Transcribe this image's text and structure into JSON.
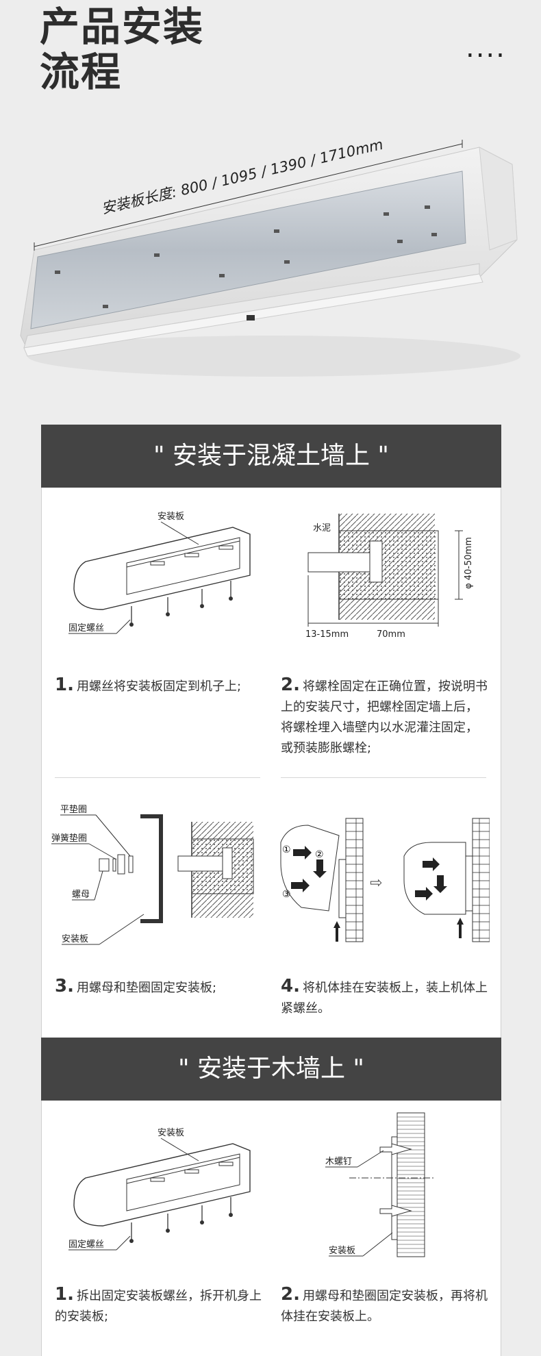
{
  "header": {
    "title_line1": "产品安装",
    "title_line2": "流程",
    "menu": "...."
  },
  "product": {
    "length_label": "安装板长度:  800 / 1095 / 1390 / 1710mm"
  },
  "sections": [
    {
      "title": "\" 安装于混凝土墙上 \"",
      "steps": [
        {
          "num": "1.",
          "text": "用螺丝将安装板固定到机子上;"
        },
        {
          "num": "2.",
          "text": "将螺栓固定在正确位置，按说明书上的安装尺寸，把螺栓固定墙上后，将螺栓埋入墙壁内以水泥灌注固定，或预装膨胀螺栓;"
        },
        {
          "num": "3.",
          "text": "用螺母和垫圈固定安装板;"
        },
        {
          "num": "4.",
          "text": "将机体挂在安装板上，装上机体上紧螺丝。"
        }
      ]
    },
    {
      "title": "\" 安装于木墙上 \"",
      "steps": [
        {
          "num": "1.",
          "text": "拆出固定安装板螺丝，拆开机身上的安装板;"
        },
        {
          "num": "2.",
          "text": "用螺母和垫圈固定安装板，再将机体挂在安装板上。"
        }
      ]
    }
  ],
  "figures": {
    "fig1": {
      "plate": "安装板",
      "screw": "固定螺丝"
    },
    "fig2": {
      "cement": "水泥",
      "dia": "φ 40-50mm",
      "d1": "13-15mm",
      "d2": "70mm"
    },
    "fig3": {
      "flat_washer": "平垫圈",
      "spring_washer": "弹簧垫圈",
      "nut": "螺母",
      "plate": "安装板"
    },
    "fig4": {
      "c1": "①",
      "c2": "②",
      "c3": "③",
      "arrow": "⇨"
    },
    "fig5": {
      "plate": "安装板",
      "screw": "固定螺丝"
    },
    "fig6": {
      "wood_screw": "木螺钉",
      "plate": "安装板"
    }
  },
  "colors": {
    "band": "#444444",
    "panel": "#ffffff",
    "bg": "#ededed"
  }
}
